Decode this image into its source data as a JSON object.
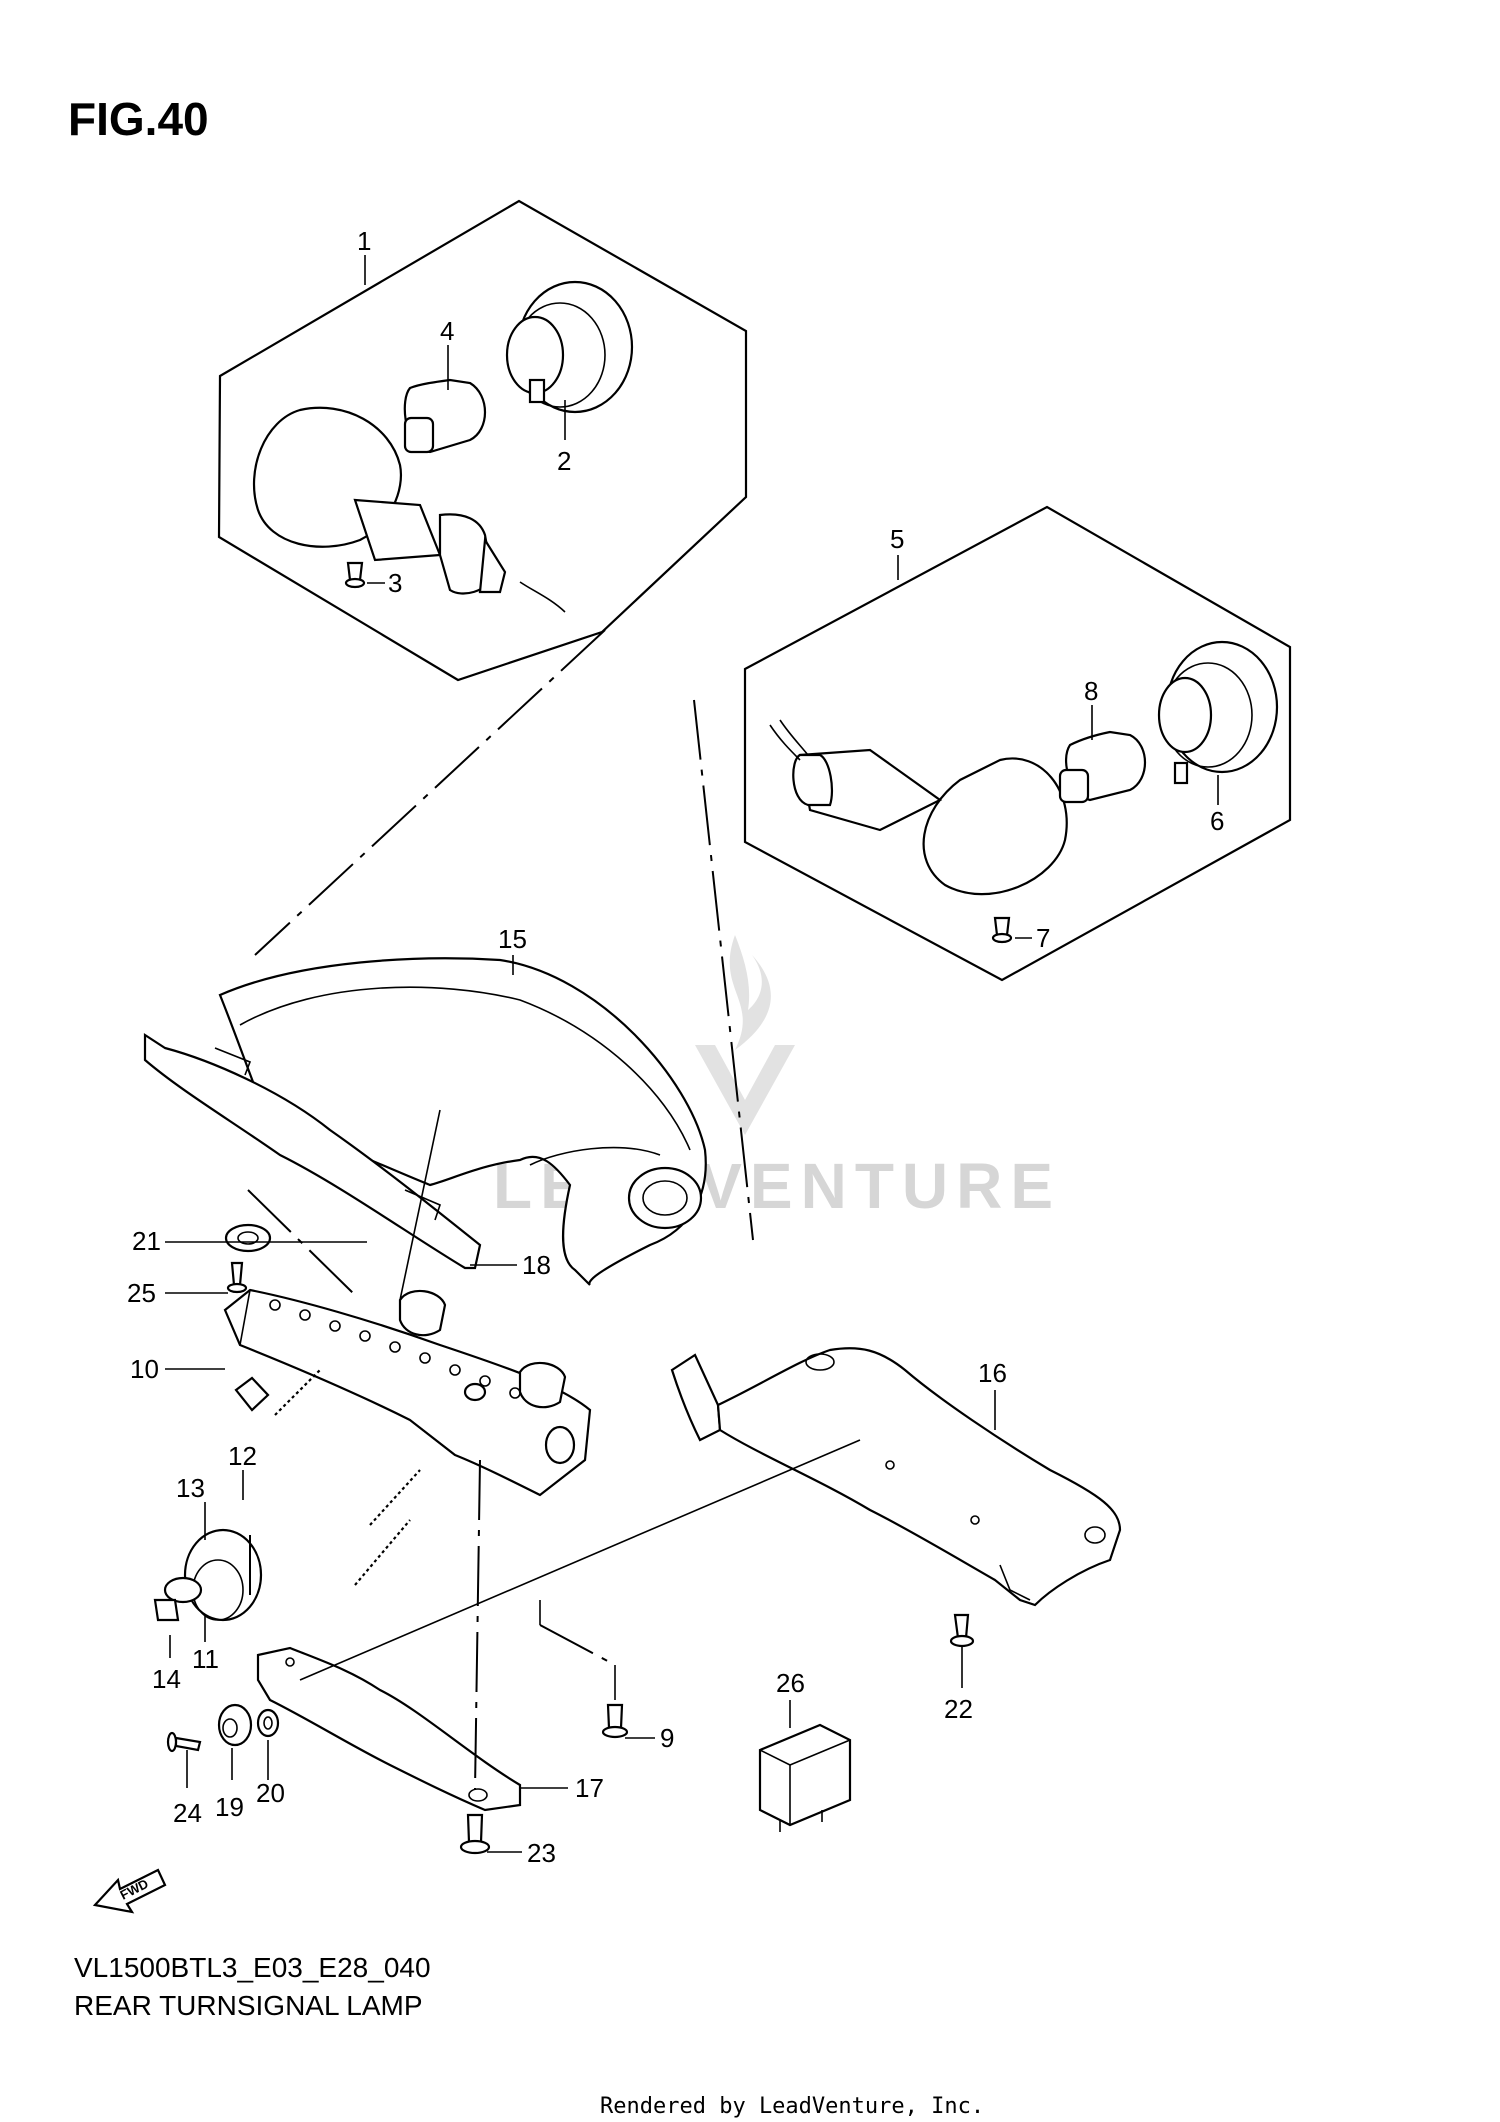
{
  "figure": {
    "title": "FIG.40",
    "model_code": "VL1500BTL3_E03_E28_040",
    "section_title": "REAR TURNSIGNAL LAMP"
  },
  "watermark": {
    "text": "LEADVENTURE",
    "color": "#d6d6d6"
  },
  "footer": {
    "credit": "Rendered by LeadVenture, Inc."
  },
  "direction_marker": {
    "label": "FWD"
  },
  "callouts": [
    {
      "id": "1",
      "label": "1"
    },
    {
      "id": "2",
      "label": "2"
    },
    {
      "id": "3",
      "label": "3"
    },
    {
      "id": "4",
      "label": "4"
    },
    {
      "id": "5",
      "label": "5"
    },
    {
      "id": "6",
      "label": "6"
    },
    {
      "id": "7",
      "label": "7"
    },
    {
      "id": "8",
      "label": "8"
    },
    {
      "id": "9",
      "label": "9"
    },
    {
      "id": "10",
      "label": "10"
    },
    {
      "id": "11",
      "label": "11"
    },
    {
      "id": "12",
      "label": "12"
    },
    {
      "id": "13",
      "label": "13"
    },
    {
      "id": "14",
      "label": "14"
    },
    {
      "id": "15",
      "label": "15"
    },
    {
      "id": "16",
      "label": "16"
    },
    {
      "id": "17",
      "label": "17"
    },
    {
      "id": "18",
      "label": "18"
    },
    {
      "id": "19",
      "label": "19"
    },
    {
      "id": "20",
      "label": "20"
    },
    {
      "id": "21",
      "label": "21"
    },
    {
      "id": "22",
      "label": "22"
    },
    {
      "id": "23",
      "label": "23"
    },
    {
      "id": "24",
      "label": "24"
    },
    {
      "id": "25",
      "label": "25"
    },
    {
      "id": "26",
      "label": "26"
    }
  ]
}
